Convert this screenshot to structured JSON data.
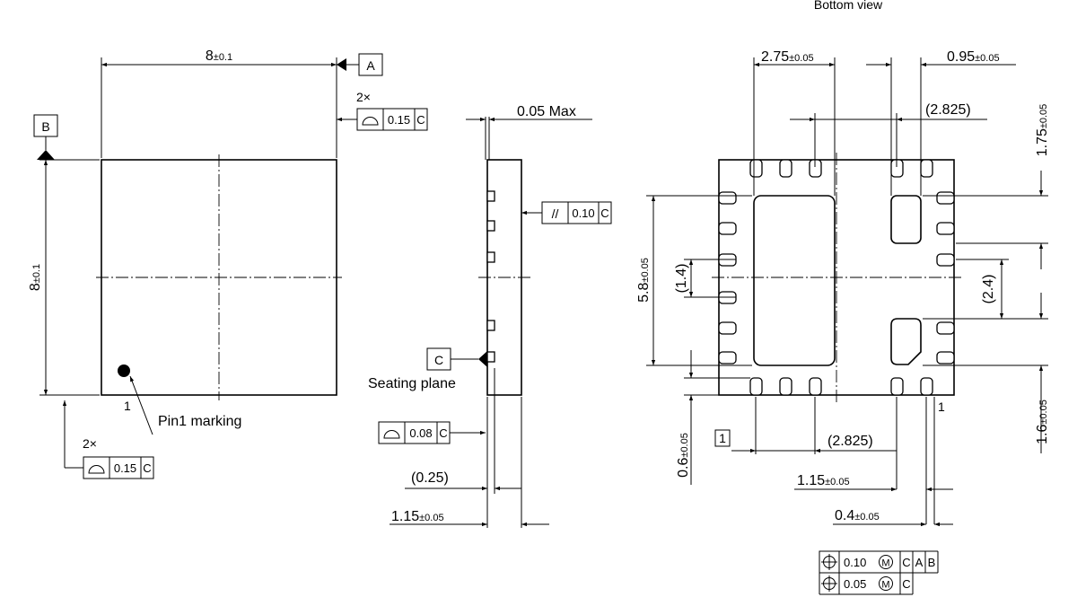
{
  "views": {
    "bottom_view_title": "Bottom view"
  },
  "top_view": {
    "dim_width": {
      "main": "8",
      "tol": "±0.1"
    },
    "dim_height": {
      "main": "8",
      "tol": "±0.1"
    },
    "datum_a": "A",
    "datum_b": "B",
    "flatness_top": {
      "count": "2×",
      "value": "0.15",
      "datum": "C"
    },
    "flatness_left": {
      "count": "2×",
      "value": "0.15",
      "datum": "C"
    },
    "pin1_number": "1",
    "pin1_label": "Pin1 marking"
  },
  "side_view": {
    "max_standoff": "0.05 Max",
    "parallelism": {
      "symbol": "//",
      "value": "0.10",
      "datum": "C"
    },
    "datum_c": "C",
    "seating_plane": "Seating plane",
    "coplanarity": {
      "value": "0.08",
      "datum": "C"
    },
    "dim_025": "(0.25)",
    "dim_height": {
      "main": "1.15",
      "tol": "±0.05"
    }
  },
  "bottom_view": {
    "dim_pad_width": {
      "main": "2.75",
      "tol": "±0.05"
    },
    "dim_pad_small": {
      "main": "0.95",
      "tol": "±0.05"
    },
    "dim_2825_top": "(2.825)",
    "dim_175": {
      "main": "1.75",
      "tol": "±0.05"
    },
    "dim_58": {
      "main": "5.8",
      "tol": "±0.05"
    },
    "dim_14": "(1.4)",
    "dim_24": "(2.4)",
    "dim_16": {
      "main": "1.6",
      "tol": "±0.05"
    },
    "dim_06": {
      "main": "0.6",
      "tol": "±0.05"
    },
    "note_box": "1",
    "dim_2825_bottom": "(2.825)",
    "dim_115": {
      "main": "1.15",
      "tol": "±0.05"
    },
    "dim_04": {
      "main": "0.4",
      "tol": "±0.05"
    },
    "pin1_number": "1",
    "position_tol_1": {
      "value": "0.10",
      "modifier": "M",
      "datums": [
        "C",
        "A",
        "B"
      ]
    },
    "position_tol_2": {
      "value": "0.05",
      "modifier": "M",
      "datums": [
        "C"
      ]
    }
  }
}
